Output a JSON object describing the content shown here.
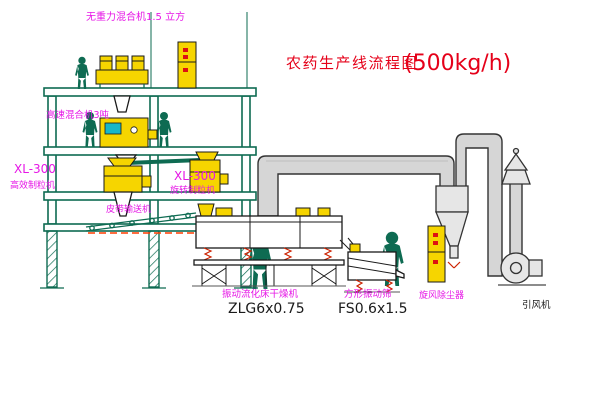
{
  "title": {
    "text": "农药生产线流程图",
    "capacity": "(500kg/h)"
  },
  "labels": {
    "gravity_mixer": "无重力混合机1.5 立方",
    "high_speed_mixer": "高速混合机3吨",
    "granulator_left_model": "XL-300",
    "granulator_left_name": "高效制粒机",
    "granulator_mid_model": "XL-300",
    "granulator_mid_name": "旋转制粒机",
    "belt_conveyor": "皮带输送机",
    "fluidbed_name": "振动流化床干燥机",
    "fluidbed_model": "ZLG6x0.75",
    "sieve_name": "方形振动筛",
    "sieve_model": "FS0.6x1.5",
    "cyclone_name": "旋风除尘器",
    "fan_name": "引风机"
  },
  "colors": {
    "structure_green": "#0e6b52",
    "equipment_yellow": "#f6d500",
    "label_magenta": "#e616e6",
    "title_red": "#e50019",
    "duct_gray": "#d6d6d6",
    "spring_red": "#cc2200",
    "panel_cyan": "#19b7c9"
  }
}
